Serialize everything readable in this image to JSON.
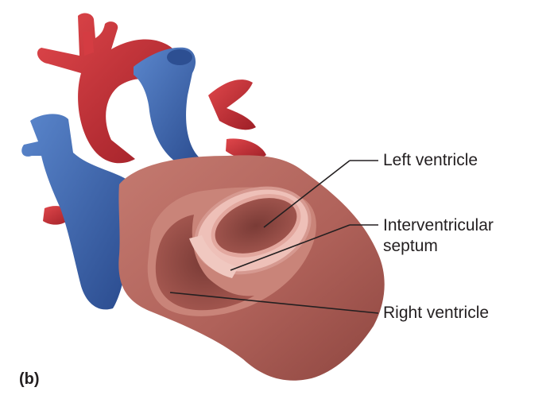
{
  "figure": {
    "panel_label": "(b)",
    "labels": {
      "left_ventricle": "Left ventricle",
      "septum_line1": "Interventricular",
      "septum_line2": "septum",
      "right_ventricle": "Right ventricle"
    },
    "colors": {
      "artery": "#c8333a",
      "vein": "#3a63ad",
      "muscle": "#b4665c",
      "endocardium": "#eec0b8",
      "leader": "#231f20"
    }
  }
}
